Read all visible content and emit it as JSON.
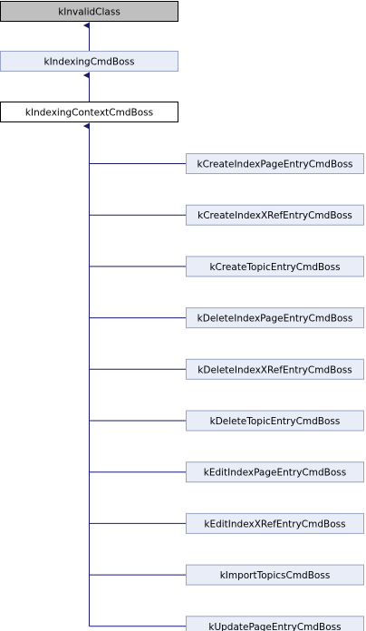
{
  "diagram": {
    "root": "kInvalidClass",
    "level1": "kIndexingCmdBoss",
    "level2": "kIndexingContextCmdBoss",
    "children": [
      "kCreateIndexPageEntryCmdBoss",
      "kCreateIndexXRefEntryCmdBoss",
      "kCreateTopicEntryCmdBoss",
      "kDeleteIndexPageEntryCmdBoss",
      "kDeleteIndexXRefEntryCmdBoss",
      "kDeleteTopicEntryCmdBoss",
      "kEditIndexPageEntryCmdBoss",
      "kEditIndexXRefEntryCmdBoss",
      "kImportTopicsCmdBoss",
      "kUpdatePageEntryCmdBoss"
    ]
  },
  "colors": {
    "root_fill": "#bfbfbf",
    "inherited_fill": "#e8edf8",
    "inherited_stroke": "#98a4c8",
    "current_fill": "#ffffff",
    "current_stroke": "#000000",
    "edge": "#191970"
  }
}
